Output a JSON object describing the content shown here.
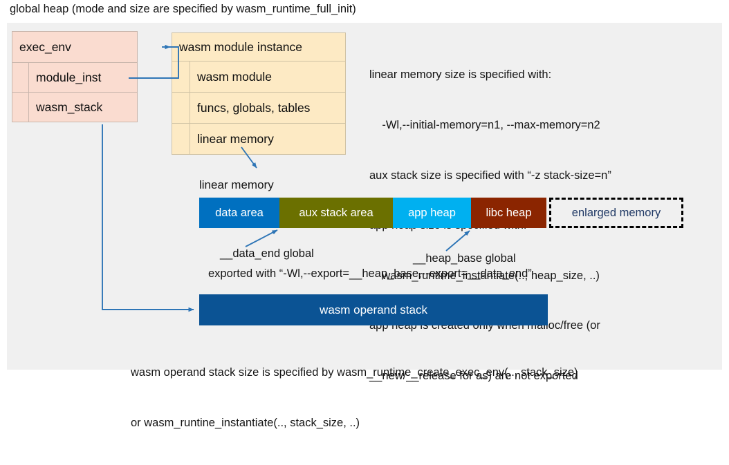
{
  "title": "global heap (mode and size are specified by wasm_runtime_full_init)",
  "colors": {
    "canvas_bg": "#f0f0f0",
    "exec_env_fill": "#fadcd0",
    "module_inst_fill": "#fdeac4",
    "arrow": "#2e75b6",
    "data_area": "#0070c0",
    "aux_stack_area": "#6b7000",
    "app_heap": "#00b0f0",
    "libc_heap": "#8b2500",
    "operand_stack": "#0b5394",
    "enlarged_memory_text": "#1f3864"
  },
  "exec_env": {
    "header": "exec_env",
    "fields": [
      "module_inst",
      "wasm_stack"
    ]
  },
  "module_instance": {
    "header": "wasm module instance",
    "fields": [
      "wasm module",
      "funcs, globals, tables",
      "linear memory"
    ]
  },
  "info_block": {
    "lines": [
      "linear memory size is specified with:",
      "    -Wl,--initial-memory=n1, --max-memory=n2",
      "aux stack size is specified with “-z stack-size=n”",
      "app heap size is specified with:",
      "    wasm_runtime_instantiate(.., heap_size, ..)",
      "app heap is created only when malloc/free (or",
      "__new/__release for as) are not exported"
    ]
  },
  "linear_memory": {
    "label": "linear memory",
    "segments": [
      {
        "label": "data area",
        "color": "#0070c0",
        "width": 116,
        "text_color": "#ffffff",
        "dashed": false
      },
      {
        "label": "aux stack area",
        "color": "#6b7000",
        "width": 164,
        "text_color": "#ffffff",
        "dashed": false
      },
      {
        "label": "app heap",
        "color": "#00b0f0",
        "width": 113,
        "text_color": "#ffffff",
        "dashed": false
      },
      {
        "label": "libc heap",
        "color": "#8b2500",
        "width": 109,
        "text_color": "#ffffff",
        "dashed": false
      },
      {
        "label": "enlarged memory",
        "color": "#f0f0f0",
        "width": 194,
        "text_color": "#1f3864",
        "dashed": true
      }
    ]
  },
  "annotations": {
    "data_end": "__data_end global",
    "heap_base": "__heap_base global",
    "exported": "exported with “-Wl,--export=__heap_base,--export=__data_end”"
  },
  "operand_stack": {
    "label": "wasm operand stack",
    "note_lines": [
      "wasm operand stack size is specified by wasm_runtime_create_exec_env(.., stack_size)",
      "or wasm_runtine_instantiate(.., stack_size, ..)"
    ]
  }
}
